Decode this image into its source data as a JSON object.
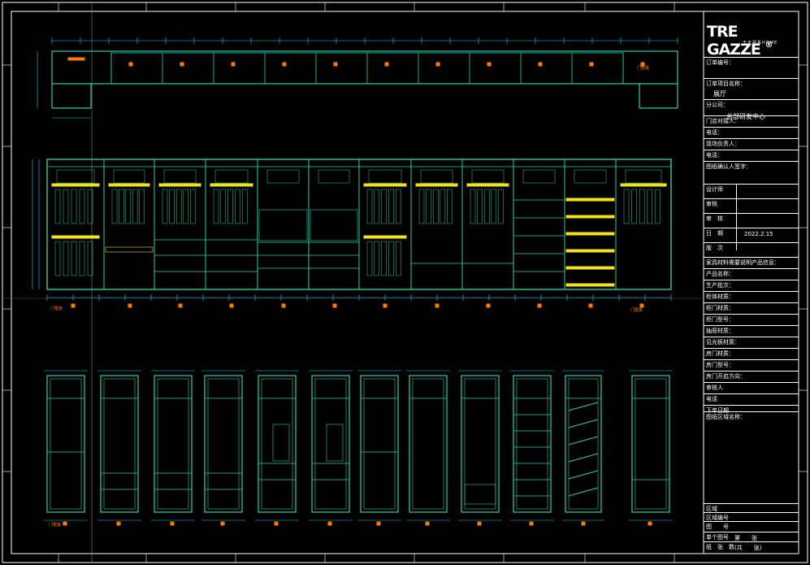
{
  "brand": {
    "logo": "TRE GAZZE",
    "logo_mark": "®",
    "logo_sub": "王天阁系HOME"
  },
  "drawing": {
    "top_plan_label_right": "门框板",
    "front_left_label": "门框板",
    "front_right_label": "门框板",
    "bottom_left_label": "门框板"
  },
  "title_block": {
    "rows": [
      {
        "label": "订单编号：",
        "value": ""
      },
      {
        "label": "订单项目名称：",
        "value": "展厅"
      },
      {
        "label": "分公司：",
        "value": "总部研发中心"
      },
      {
        "label": "门店对接人：",
        "value": ""
      },
      {
        "label": "电话：",
        "value": ""
      },
      {
        "label": "现场负责人：",
        "value": ""
      },
      {
        "label": "电话：",
        "value": ""
      },
      {
        "label": "图纸确认人签字：",
        "value": ""
      },
      {
        "label": "设计师",
        "value": ""
      },
      {
        "label": "审核",
        "value": ""
      },
      {
        "label": "审　核",
        "value": ""
      },
      {
        "label": "日　期",
        "value": "2022.2.15"
      },
      {
        "label": "版　次",
        "value": ""
      },
      {
        "label": "家具材料需要说明产品信息：",
        "value": ""
      },
      {
        "label": "产品名称：",
        "value": ""
      },
      {
        "label": "生产批次：",
        "value": ""
      },
      {
        "label": "柜体材质：",
        "value": ""
      },
      {
        "label": "柜门材质：",
        "value": ""
      },
      {
        "label": "柜门型号：",
        "value": ""
      },
      {
        "label": "抽屉材质：",
        "value": ""
      },
      {
        "label": "见光板材质：",
        "value": ""
      },
      {
        "label": "房门材质：",
        "value": ""
      },
      {
        "label": "房门型号：",
        "value": ""
      },
      {
        "label": "房门开启方向：",
        "value": ""
      },
      {
        "label": "审核人",
        "value": ""
      },
      {
        "label": "电话",
        "value": ""
      },
      {
        "label": "下单日期",
        "value": ""
      },
      {
        "label": "图纸区域名称：",
        "value": ""
      }
    ],
    "bottom_rows": [
      {
        "label": "区域",
        "value": ""
      },
      {
        "label": "区域编号",
        "value": ""
      },
      {
        "label": "图　　号",
        "value": ""
      },
      {
        "label": "单个图号",
        "value": "第　　张"
      },
      {
        "label": "纸　张　数",
        "value": "(共　　张)"
      }
    ]
  },
  "colors": {
    "cabinet_line": "#1fd1a8",
    "dimension_line": "#00d2ff",
    "accent_orange": "#ff7a00",
    "rod_yellow": "#f2e21c",
    "frame": "#ffffff"
  }
}
